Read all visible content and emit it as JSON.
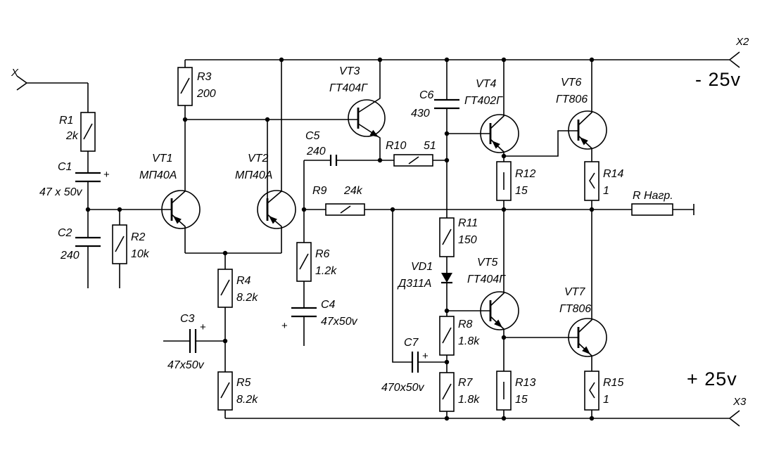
{
  "terminals": {
    "x": "X",
    "x2": "X2",
    "x3": "X3"
  },
  "rails": {
    "negative": "- 25v",
    "positive": "+ 25v"
  },
  "load_label": "R Нагр.",
  "polarity": "+",
  "components": {
    "r1": {
      "ref": "R1",
      "value": "2k"
    },
    "r2": {
      "ref": "R2",
      "value": "10k"
    },
    "r3": {
      "ref": "R3",
      "value": "200"
    },
    "r4": {
      "ref": "R4",
      "value": "8.2k"
    },
    "r5": {
      "ref": "R5",
      "value": "8.2k"
    },
    "r6": {
      "ref": "R6",
      "value": "1.2k"
    },
    "r7": {
      "ref": "R7",
      "value": "1.8k"
    },
    "r8": {
      "ref": "R8",
      "value": "1.8k"
    },
    "r9": {
      "ref": "R9",
      "value": "24k"
    },
    "r10": {
      "ref": "R10",
      "value": "51"
    },
    "r11": {
      "ref": "R11",
      "value": "150"
    },
    "r12": {
      "ref": "R12",
      "value": "15"
    },
    "r13": {
      "ref": "R13",
      "value": "15"
    },
    "r14": {
      "ref": "R14",
      "value": "1"
    },
    "r15": {
      "ref": "R15",
      "value": "1"
    },
    "c1": {
      "ref": "C1",
      "value": "47 x 50v"
    },
    "c2": {
      "ref": "C2",
      "value": "240"
    },
    "c3": {
      "ref": "C3",
      "value": "47x50v"
    },
    "c4": {
      "ref": "C4",
      "value": "47x50v"
    },
    "c5": {
      "ref": "C5",
      "value": "240"
    },
    "c6": {
      "ref": "C6",
      "value": "430"
    },
    "c7": {
      "ref": "C7",
      "value": "470x50v"
    },
    "vt1": {
      "ref": "VT1",
      "value": "МП40А"
    },
    "vt2": {
      "ref": "VT2",
      "value": "МП40А"
    },
    "vt3": {
      "ref": "VT3",
      "value": "ГТ404Г"
    },
    "vt4": {
      "ref": "VT4",
      "value": "ГТ402Г"
    },
    "vt5": {
      "ref": "VT5",
      "value": "ГТ404Г"
    },
    "vt6": {
      "ref": "VT6",
      "value": "ГТ806"
    },
    "vt7": {
      "ref": "VT7",
      "value": "ГТ806"
    },
    "vd1": {
      "ref": "VD1",
      "value": "Д311А"
    }
  }
}
